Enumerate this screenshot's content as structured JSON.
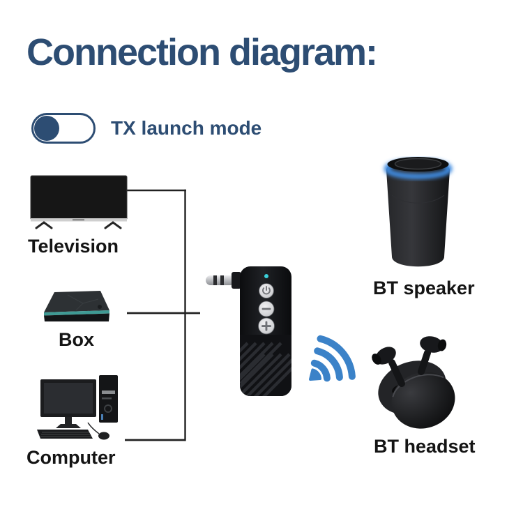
{
  "title": "Connection diagram:",
  "mode_toggle": {
    "label": "TX launch mode",
    "state": "on-left"
  },
  "sources": [
    {
      "label": "Television"
    },
    {
      "label": "Box"
    },
    {
      "label": "Computer"
    }
  ],
  "outputs": [
    {
      "label": "BT speaker"
    },
    {
      "label": "BT headset"
    }
  ],
  "device": {
    "buttons": [
      "power",
      "volume-down",
      "volume-up"
    ],
    "led_color": "#3bd0da",
    "plug": "3.5mm aux plug"
  },
  "theme": {
    "title_color": "#2d4d73",
    "label_color": "#141414",
    "line_color": "#212121",
    "signal_color": "#3b82c8",
    "background": "#ffffff"
  }
}
